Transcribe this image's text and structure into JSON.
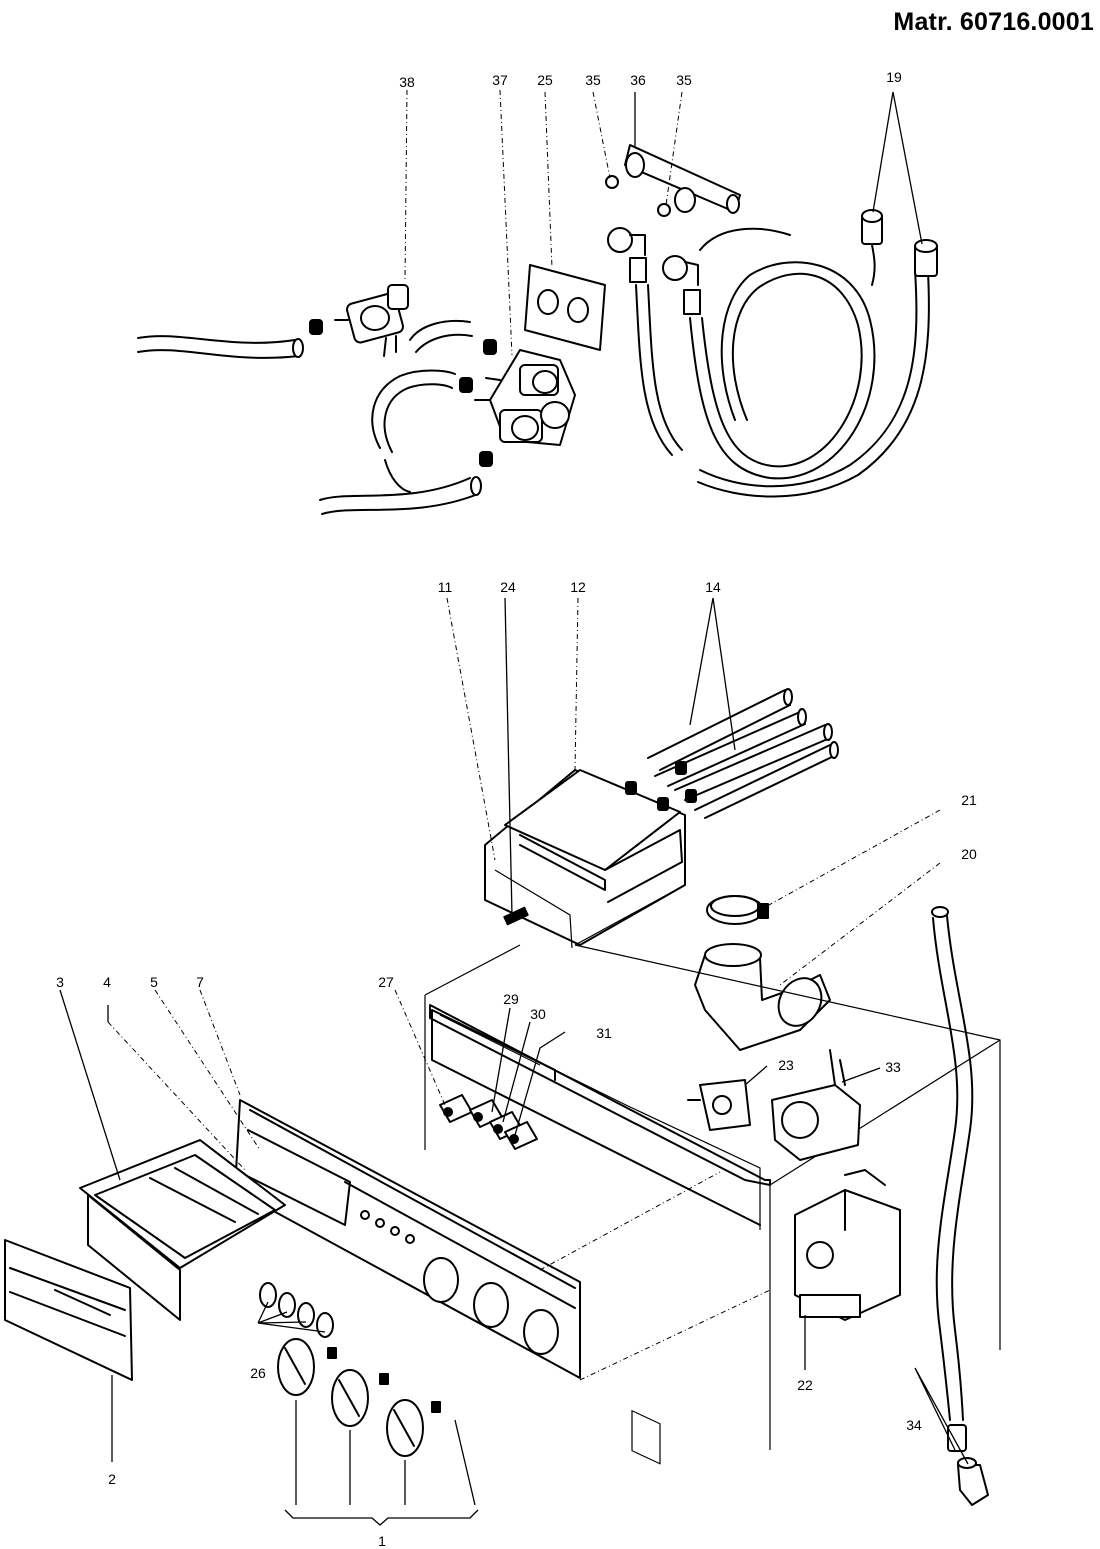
{
  "document": {
    "id_label": "Matr. 60716.0001"
  },
  "callouts": [
    {
      "id": "c38",
      "label": "38"
    },
    {
      "id": "c37",
      "label": "37"
    },
    {
      "id": "c25",
      "label": "25"
    },
    {
      "id": "c35a",
      "label": "35"
    },
    {
      "id": "c36",
      "label": "36"
    },
    {
      "id": "c35b",
      "label": "35"
    },
    {
      "id": "c19",
      "label": "19"
    },
    {
      "id": "c11",
      "label": "11"
    },
    {
      "id": "c24",
      "label": "24"
    },
    {
      "id": "c12",
      "label": "12"
    },
    {
      "id": "c14",
      "label": "14"
    },
    {
      "id": "c21",
      "label": "21"
    },
    {
      "id": "c20",
      "label": "20"
    },
    {
      "id": "c3",
      "label": "3"
    },
    {
      "id": "c4",
      "label": "4"
    },
    {
      "id": "c5",
      "label": "5"
    },
    {
      "id": "c7",
      "label": "7"
    },
    {
      "id": "c27",
      "label": "27"
    },
    {
      "id": "c29",
      "label": "29"
    },
    {
      "id": "c30",
      "label": "30"
    },
    {
      "id": "c31",
      "label": "31"
    },
    {
      "id": "c23",
      "label": "23"
    },
    {
      "id": "c33",
      "label": "33"
    },
    {
      "id": "c26",
      "label": "26"
    },
    {
      "id": "c22",
      "label": "22"
    },
    {
      "id": "c34",
      "label": "34"
    },
    {
      "id": "c2",
      "label": "2"
    },
    {
      "id": "c1",
      "label": "1"
    }
  ]
}
